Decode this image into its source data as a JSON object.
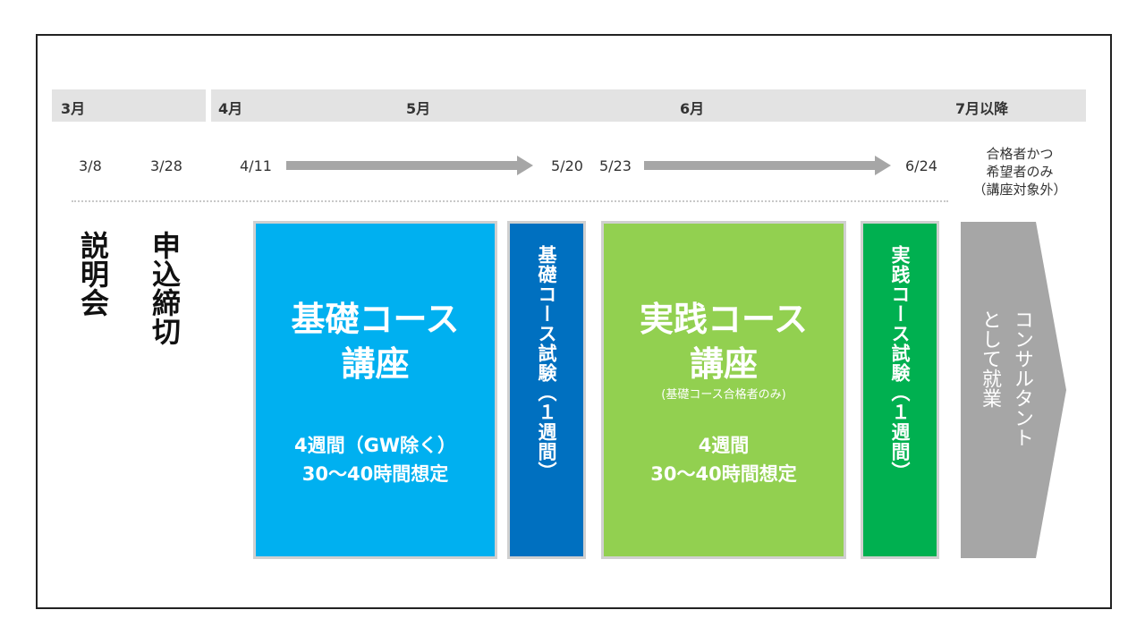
{
  "months": [
    "3月",
    "4月",
    "5月",
    "6月",
    "7月以降"
  ],
  "dates": [
    "3/8",
    "3/28",
    "4/11",
    "5/20",
    "5/23",
    "6/24"
  ],
  "note": [
    "合格者かつ",
    "希望者のみ",
    "（講座対象外）"
  ],
  "events": {
    "briefing": "説明会",
    "deadline": "申込締切"
  },
  "basic_course": {
    "title_line1": "基礎コース",
    "title_line2": "講座",
    "detail_line1": "4週間（GW除く）",
    "detail_line2": "30～40時間想定",
    "color": "#00b0f0"
  },
  "basic_exam": {
    "label": "基礎コース試験（１週間）",
    "color": "#0070c0"
  },
  "practical_course": {
    "title_line1": "実践コース",
    "title_line2": "講座",
    "note": "(基礎コース合格者のみ)",
    "detail_line1": "4週間",
    "detail_line2": "30～40時間想定",
    "color": "#92d050"
  },
  "practical_exam": {
    "label": "実践コース試験（１週間）",
    "color": "#00b050"
  },
  "consultant": {
    "line1": "コンサルタント",
    "line2": "として就業",
    "color": "#a6a6a6"
  },
  "colors": {
    "month_bar": "#e3e3e3",
    "timeline_arrow": "#a6a6a6"
  }
}
